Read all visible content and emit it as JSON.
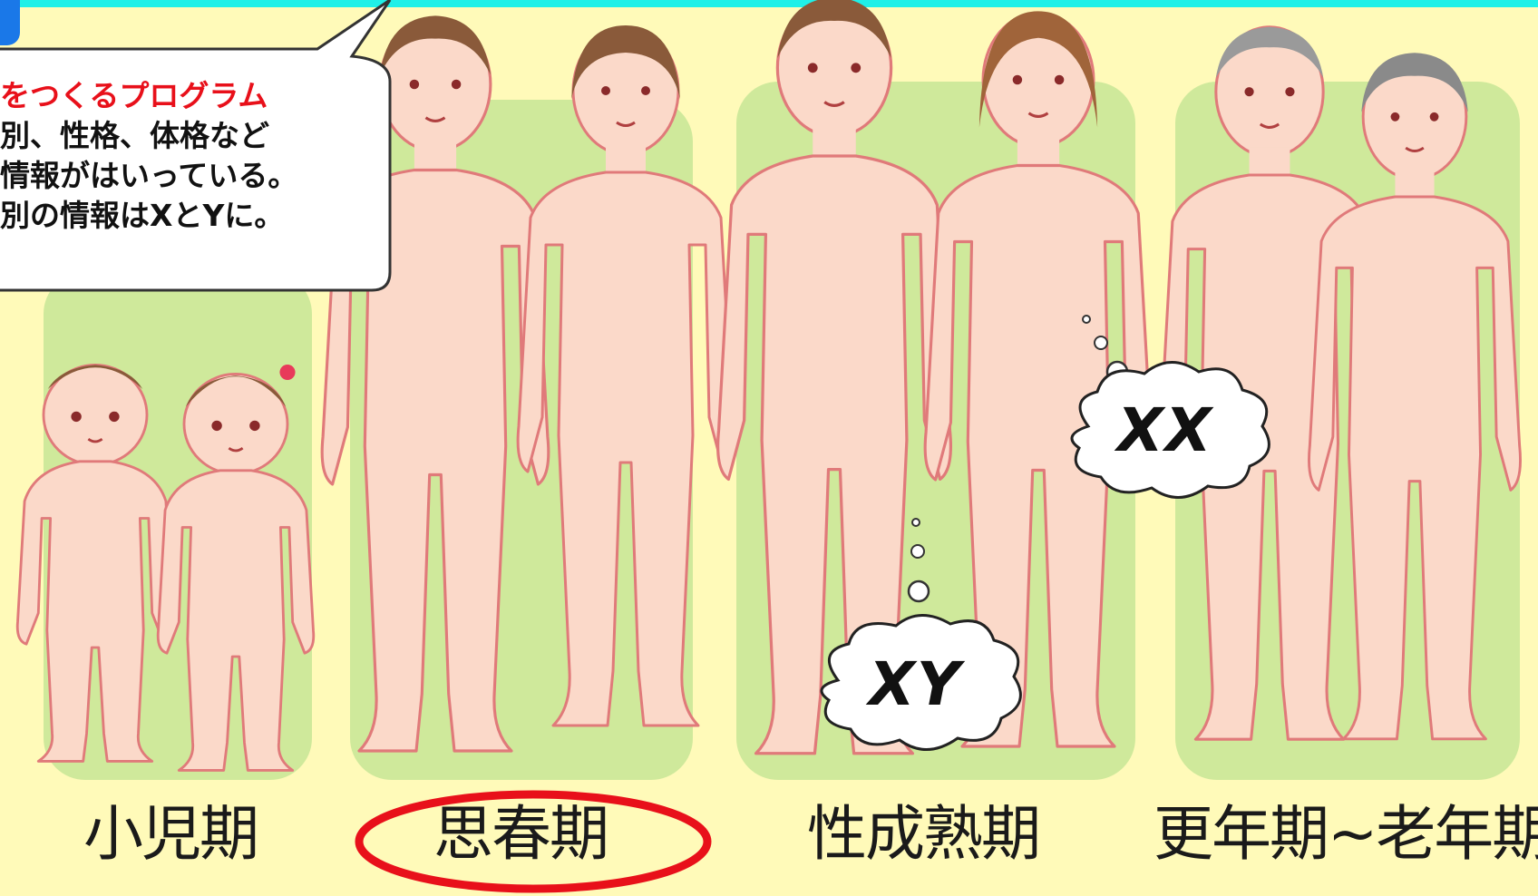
{
  "speech_bubble": {
    "lines": [
      "をつくるプログラム",
      "別、性格、体格など",
      "情報がはいっている。",
      "別の情報はXとYに。"
    ]
  },
  "stages": [
    {
      "label": "小児期"
    },
    {
      "label": "思春期"
    },
    {
      "label": "性成熟期"
    },
    {
      "label": "更年期~老年期"
    }
  ],
  "chromosomes": {
    "male": "XY",
    "female": "XX"
  },
  "colors": {
    "background": "#fffab9",
    "panel": "#cfe99b",
    "skin": "#fbd9c9",
    "outline": "#e07a7a",
    "highlight_circle": "#e8101a",
    "top_bar": "#1ff0e8"
  }
}
